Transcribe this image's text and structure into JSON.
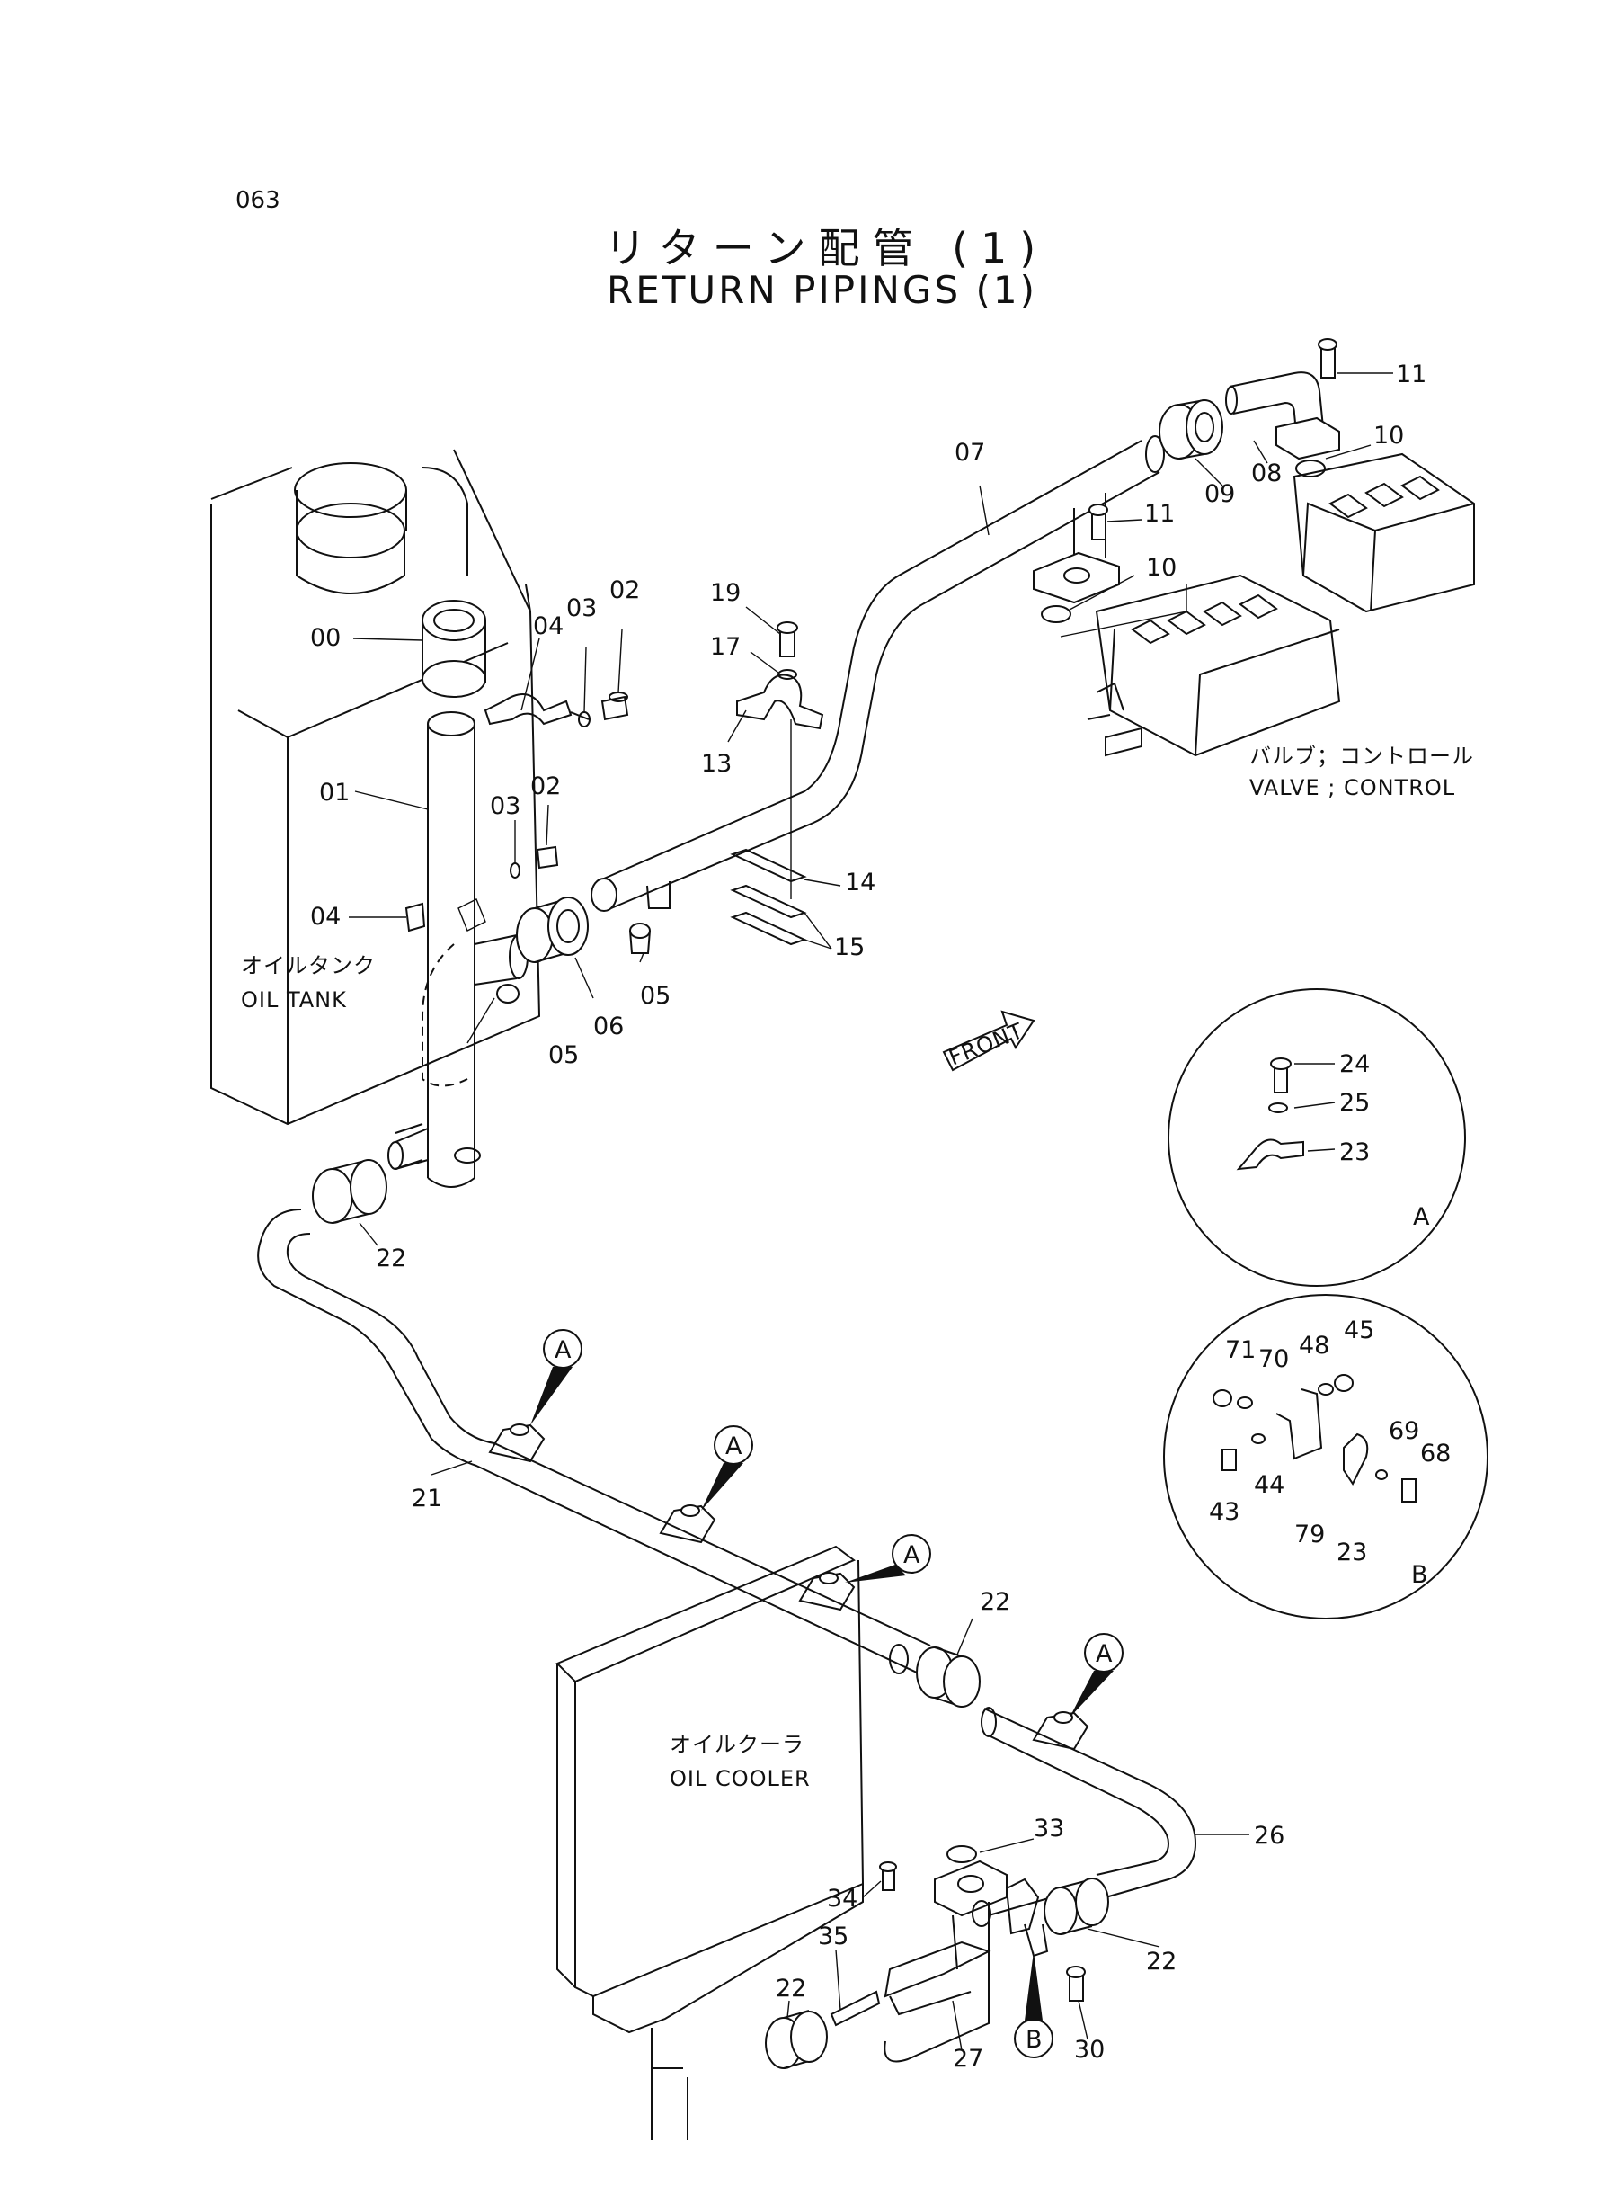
{
  "page": {
    "number": "063"
  },
  "title": {
    "japanese": "リターン配管 (1)",
    "english": "RETURN PIPINGS (1)"
  },
  "assemblies": {
    "oil_tank": {
      "label_jp": "オイルタンク",
      "label_en": "OIL TANK"
    },
    "oil_cooler": {
      "label_jp": "オイルクーラ",
      "label_en": "OIL COOLER"
    },
    "control_valve": {
      "label_jp": "バルブ；コントロール",
      "label_en": "VALVE ; CONTROL"
    },
    "front_arrow": "FRONT"
  },
  "callouts": {
    "p00": "00",
    "p01": "01",
    "p02a": "02",
    "p02b": "02",
    "p03a": "03",
    "p03b": "03",
    "p04a": "04",
    "p04b": "04",
    "p05a": "05",
    "p05b": "05",
    "p06": "06",
    "p07": "07",
    "p08": "08",
    "p09": "09",
    "p10a": "10",
    "p10b": "10",
    "p11a": "11",
    "p11b": "11",
    "p13": "13",
    "p14": "14",
    "p15": "15",
    "p17": "17",
    "p19": "19",
    "p21": "21",
    "p22a": "22",
    "p22b": "22",
    "p22c": "22",
    "p22d": "22",
    "p26": "26",
    "p27": "27",
    "p30": "30",
    "p33": "33",
    "p34": "34",
    "p35": "35"
  },
  "detail_refs": {
    "a1": "A",
    "a2": "A",
    "a3": "A",
    "a4": "A",
    "b1": "B"
  },
  "detail_a": {
    "name": "A",
    "parts": {
      "p24": "24",
      "p25": "25",
      "p23": "23"
    }
  },
  "detail_b": {
    "name": "B",
    "parts": {
      "p71": "71",
      "p70": "70",
      "p48": "48",
      "p45": "45",
      "p69": "69",
      "p68": "68",
      "p43": "43",
      "p44": "44",
      "p79": "79",
      "p23": "23"
    }
  }
}
